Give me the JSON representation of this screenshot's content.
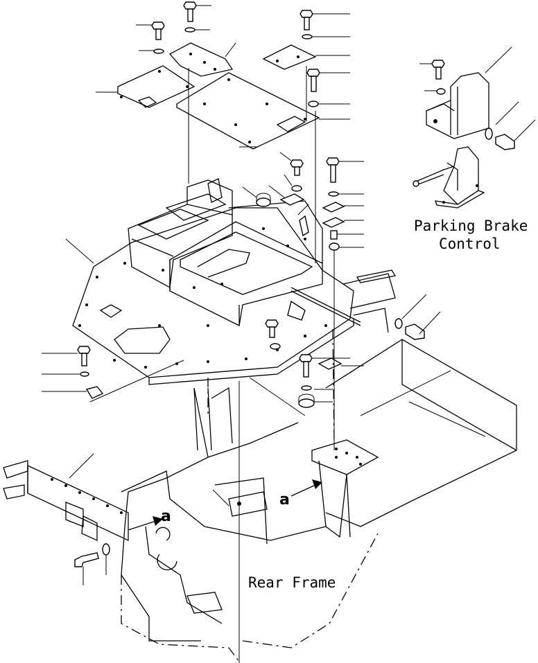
{
  "labels": {
    "parking_brake_line1": "Parking Brake",
    "parking_brake_line2": "Control",
    "rear_frame": "Rear Frame",
    "ref_a_left": "a",
    "ref_a_right": "a"
  },
  "colors": {
    "ink": "#000000",
    "paper": "#ffffff"
  }
}
